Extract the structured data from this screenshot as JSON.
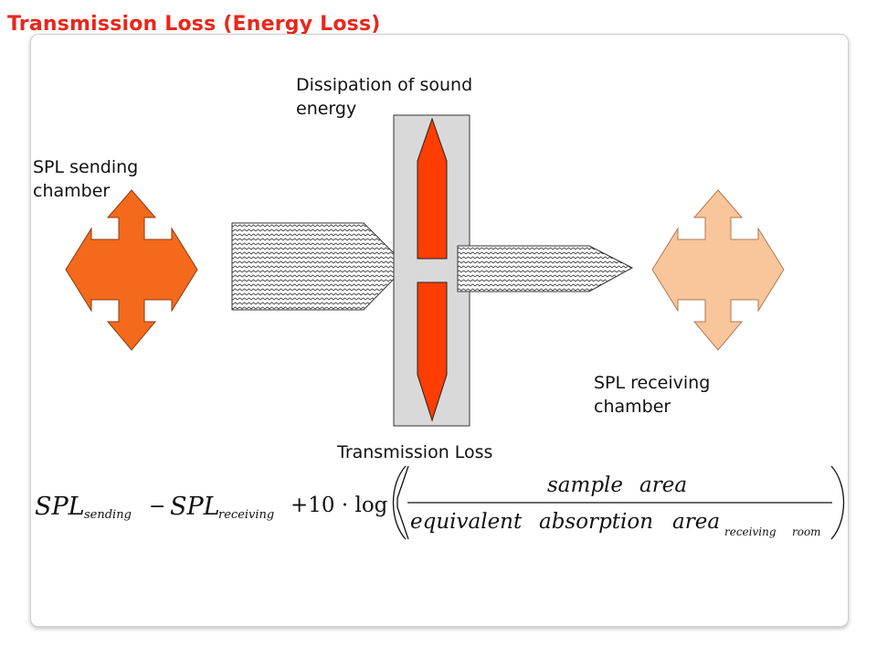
{
  "title": "Transmission Loss (Energy Loss)",
  "labels": {
    "dissipation_line1": "Dissipation of sound",
    "dissipation_line2": "energy",
    "sending_line1": "SPL sending",
    "sending_line2": "chamber",
    "receiving_line1": "SPL receiving",
    "receiving_line2": "chamber",
    "transmission_loss": "Transmission Loss"
  },
  "formula": {
    "spl1": "SPL",
    "sub_sending": "sending",
    "minus": "−",
    "spl2": "SPL",
    "sub_receiving": "receiving",
    "plus_ten_log": "+10 · log",
    "numerator_1": "sample",
    "numerator_2": "area",
    "denominator_1": "equivalent",
    "denominator_2": "absorption",
    "denominator_3": "area",
    "sub_receiving_room_1": "receiving",
    "sub_receiving_room_2": "room"
  },
  "colors": {
    "title": "#e8271b",
    "sending_arrow": "#f4691c",
    "receiving_arrow": "#f9c59a",
    "wall": "#d9d9d9",
    "dissipation_bar": "#ff3d00"
  }
}
